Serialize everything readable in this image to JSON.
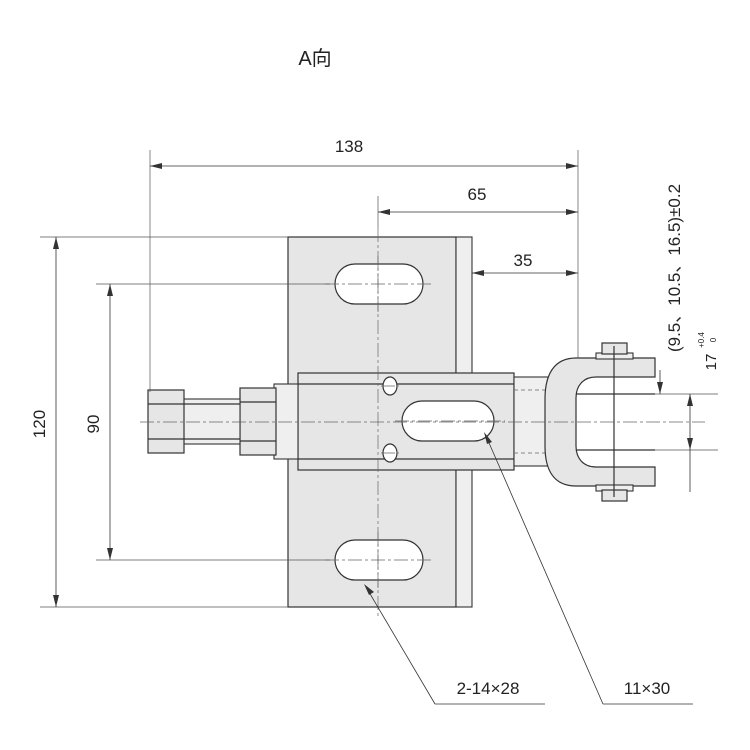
{
  "view": {
    "title": "A向"
  },
  "dimensions": {
    "overall_width": "138",
    "to_pin_center": "65",
    "to_plate_face": "35",
    "plate_height": "120",
    "slot_spacing": "90",
    "adjust_positions": "(9.5、10.5、16.5)±0.2",
    "clevis_gap_value": "17",
    "clevis_gap_tol_upper": "+0.4",
    "clevis_gap_tol_lower": "0"
  },
  "callouts": {
    "plate_slots": "2-14×28",
    "slide_slot": "11×30"
  }
}
